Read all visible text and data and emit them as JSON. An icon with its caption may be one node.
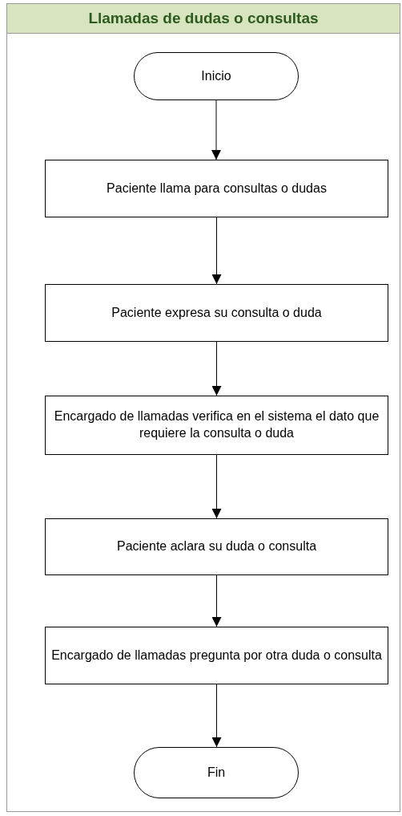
{
  "diagram": {
    "nodes": [
      {
        "text": [
          "Llamadas de dudas o consultas"
        ]
      },
      {
        "text": [
          "Inicio"
        ],
        "in": 0
      },
      {
        "text": [
          "Paciente llama para consultas o dudas"
        ],
        "in": 0
      },
      {
        "text": [
          "Paciente expresa su consulta o duda"
        ],
        "in": 0
      },
      {
        "text": [
          "Encargado de llamadas verifica en el sistema el dato que requiere la consulta o duda"
        ],
        "in": 0
      },
      {
        "text": [
          "Paciente aclara su duda o consulta"
        ],
        "in": 0
      },
      {
        "text": [
          "Encargado de llamadas pregunta por otra duda o consulta"
        ],
        "in": 0
      },
      {
        "text": [
          "Fin"
        ],
        "in": 0
      }
    ],
    "edges": [
      {
        "from": 1,
        "to": 2,
        "arrow": "to"
      },
      {
        "from": 2,
        "to": 3,
        "arrow": "to"
      },
      {
        "from": 3,
        "to": 4,
        "arrow": "to"
      },
      {
        "from": 4,
        "to": 5,
        "arrow": "to"
      },
      {
        "from": 5,
        "to": 6,
        "arrow": "to"
      },
      {
        "from": 6,
        "to": 7,
        "arrow": "to"
      }
    ]
  }
}
